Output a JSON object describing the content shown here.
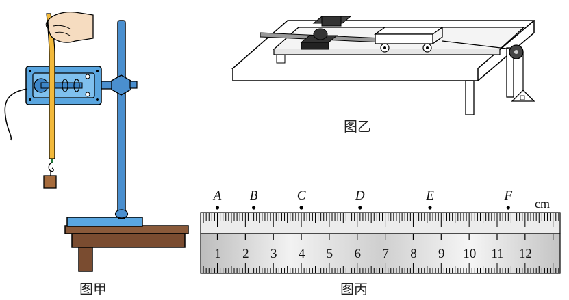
{
  "captions": {
    "fig_a": "图甲",
    "fig_b": "图乙",
    "fig_c": "图丙"
  },
  "ruler": {
    "unit": "cm",
    "numbers": [
      "1",
      "2",
      "3",
      "4",
      "5",
      "6",
      "7",
      "8",
      "9",
      "10",
      "11",
      "12"
    ],
    "points": [
      {
        "label": "A",
        "value_cm": 0.0
      },
      {
        "label": "B",
        "value_cm": 1.3
      },
      {
        "label": "C",
        "value_cm": 3.0
      },
      {
        "label": "D",
        "value_cm": 5.1
      },
      {
        "label": "E",
        "value_cm": 7.6
      },
      {
        "label": "F",
        "value_cm": 10.4
      }
    ]
  },
  "colors": {
    "stand_blue": "#4a8fcf",
    "timer_blue": "#5aa6e0",
    "tape_yellow": "#f2b93b",
    "table_brown": "#8a5a3a",
    "hand": "#f6dcc0"
  }
}
